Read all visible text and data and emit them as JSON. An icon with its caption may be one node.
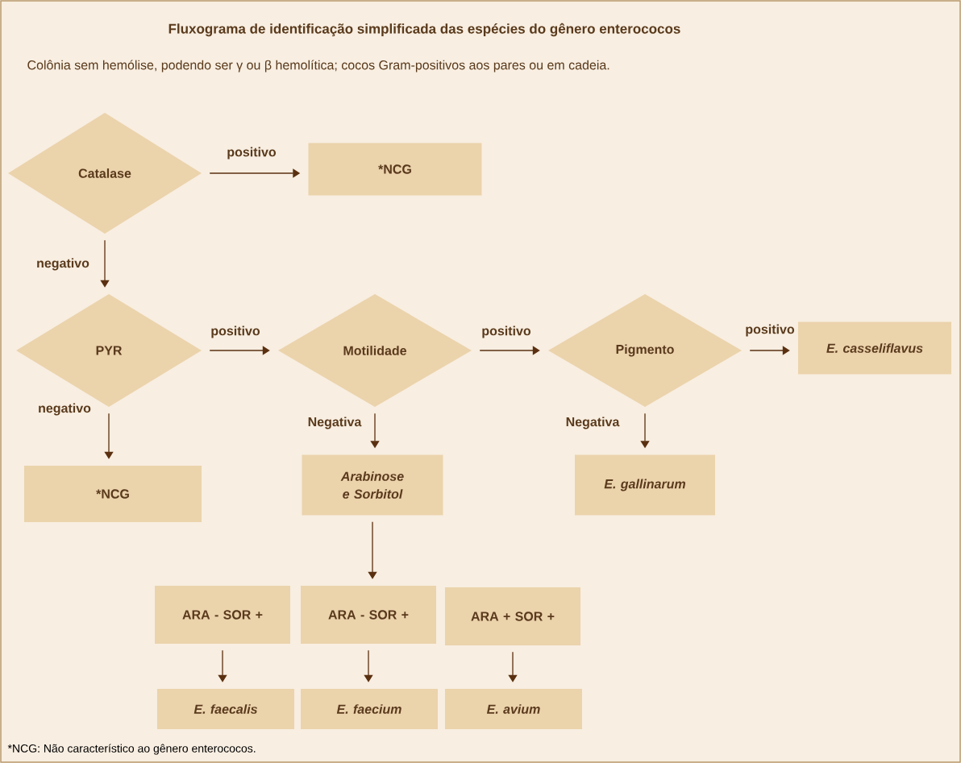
{
  "diagram": {
    "title": "Fluxograma de identificação simplificada das espécies do gênero enterococos",
    "nodes": [
      {
        "text": [
          "Catalase"
        ]
      },
      {
        "text": [
          "*NCG"
        ]
      },
      {
        "text": [
          "PYR"
        ]
      },
      {
        "text": [
          "Motilidade"
        ]
      },
      {
        "text": [
          "Pigmento"
        ]
      },
      {
        "text": [
          "E. casseliflavus"
        ]
      },
      {
        "text": [
          "*NCG"
        ]
      },
      {
        "text": [
          "Arabinose e Sorbitol"
        ]
      },
      {
        "text": [
          "E. gallinarum"
        ]
      },
      {
        "text": [
          "ARA - SOR +"
        ]
      },
      {
        "text": [
          "ARA - SOR +"
        ]
      },
      {
        "text": [
          "ARA + SOR +"
        ]
      },
      {
        "text": [
          "E. faecalis"
        ]
      },
      {
        "text": [
          "E. faecium"
        ]
      },
      {
        "text": [
          "E. avium"
        ]
      }
    ],
    "edges": [
      {
        "from": 0,
        "to": 1,
        "arrow": "to",
        "label": "positivo"
      },
      {
        "from": 0,
        "to": 2,
        "arrow": "to",
        "label": "negativo"
      },
      {
        "from": 2,
        "to": 3,
        "arrow": "to",
        "label": "positivo"
      },
      {
        "from": 2,
        "to": 6,
        "arrow": "to",
        "label": "negativo"
      },
      {
        "from": 3,
        "to": 4,
        "arrow": "to",
        "label": "positivo"
      },
      {
        "from": 3,
        "to": 7,
        "arrow": "to",
        "label": "Negativa"
      },
      {
        "from": 4,
        "to": 5,
        "arrow": "to",
        "label": "positivo"
      },
      {
        "from": 4,
        "to": 8,
        "arrow": "to",
        "label": "Negativa"
      },
      {
        "from": 7,
        "to": 10,
        "arrow": "to"
      },
      {
        "from": 9,
        "to": 12,
        "arrow": "to"
      },
      {
        "from": 10,
        "to": 13,
        "arrow": "to"
      },
      {
        "from": 11,
        "to": 14,
        "arrow": "to"
      }
    ],
    "labels": [
      "Colônia sem hemólise, podendo ser γ ou β hemolítica; cocos Gram-positivos aos pares ou em cadeia.",
      "*NCG: Não característico ao gênero enterococos."
    ]
  }
}
